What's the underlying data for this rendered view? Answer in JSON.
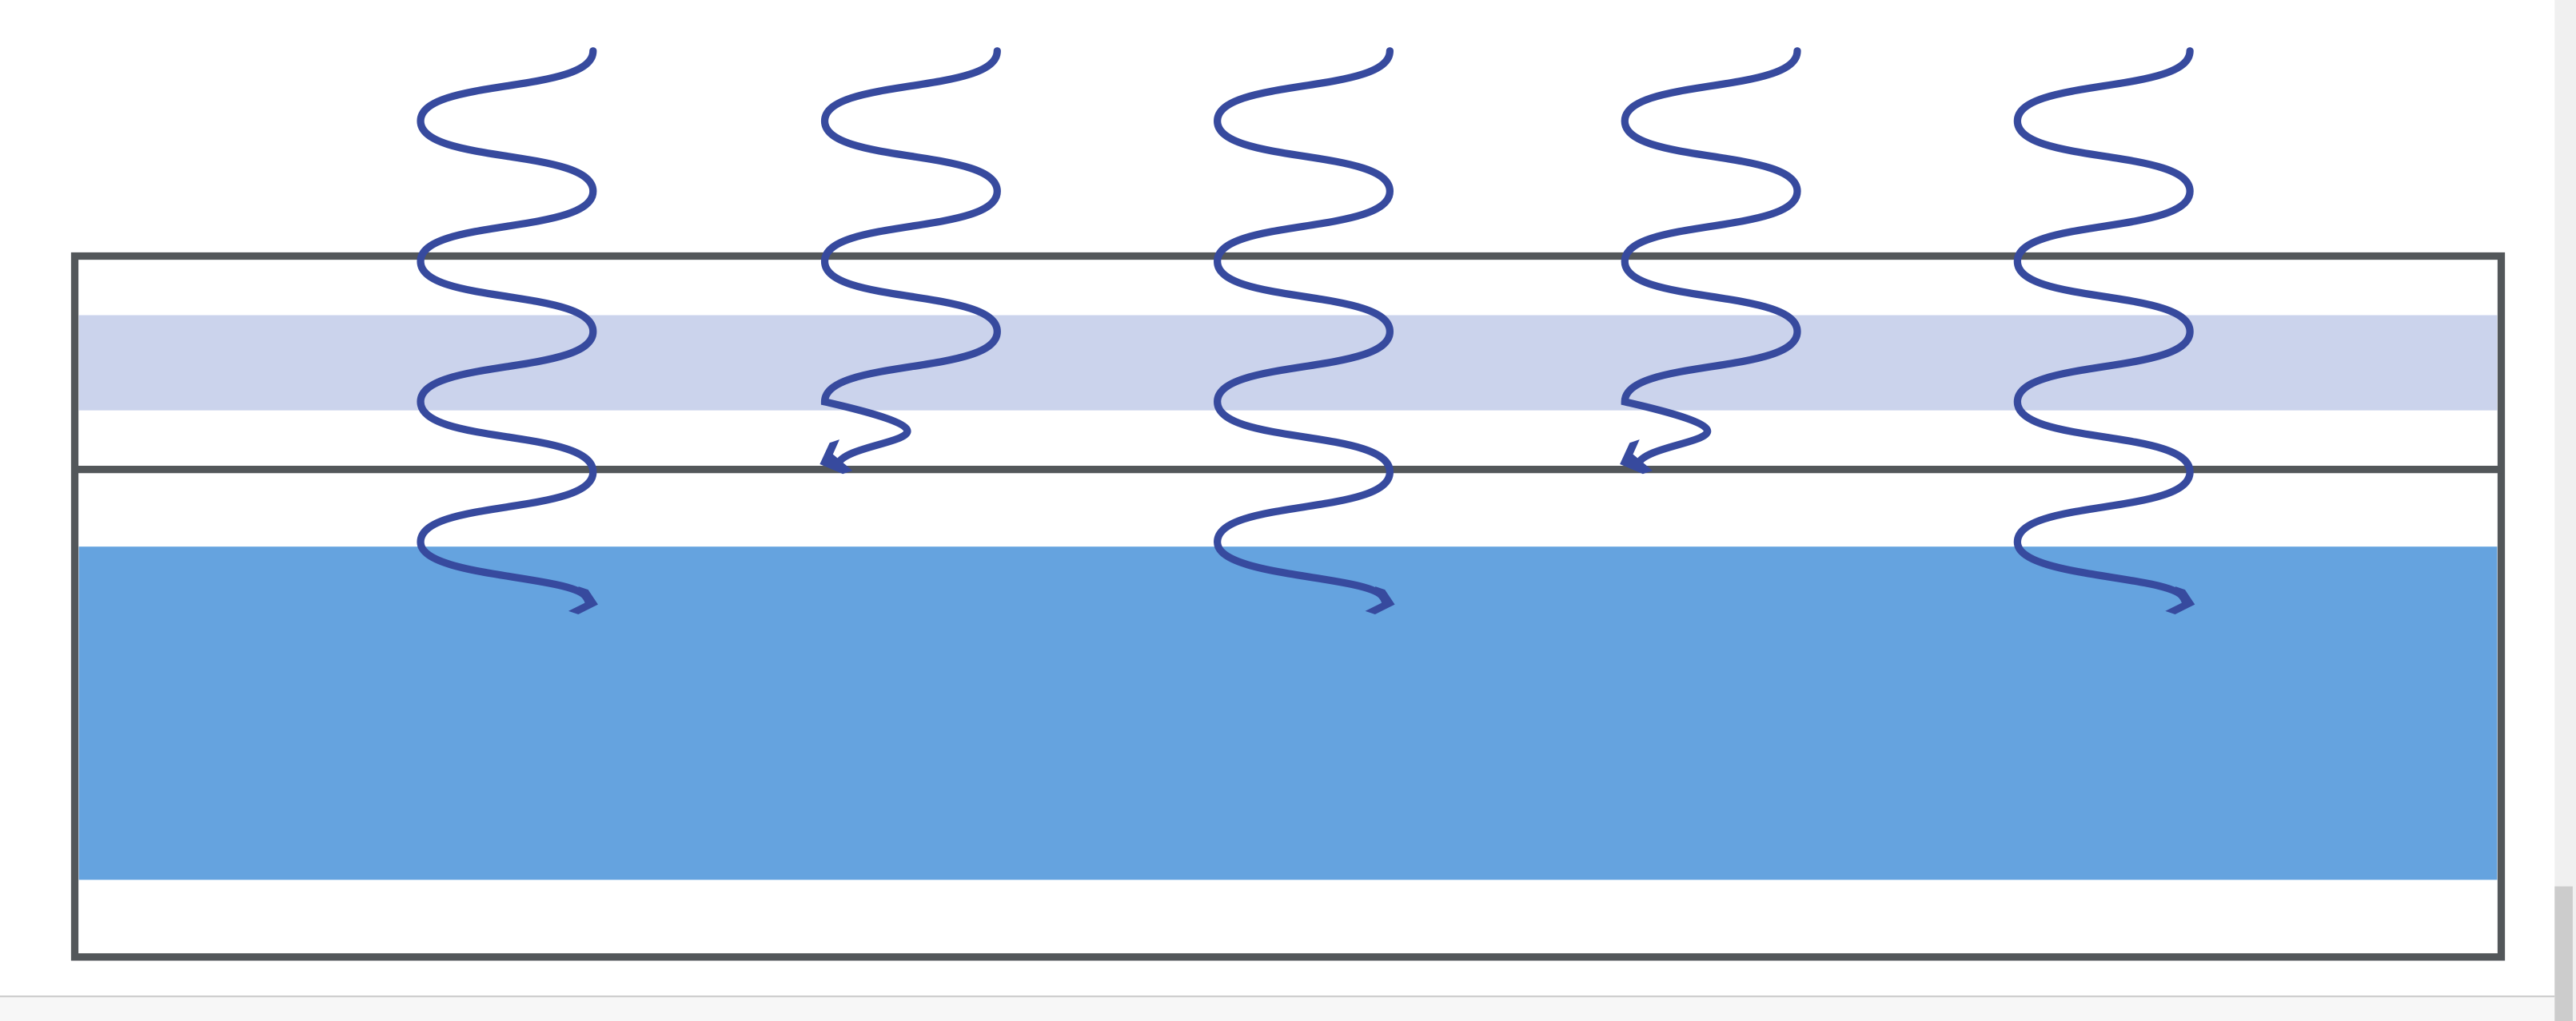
{
  "colors": {
    "frame": "#53575a",
    "upper_band": "#cbd3ec",
    "lower_band": "#65a3df",
    "wave": "#374a9e",
    "bottom_bar": "#f7f7f7",
    "scrollbar_track": "#f0f0f0",
    "scrollbar_thumb": "#cccccc"
  },
  "layers": [
    {
      "name": "upper-layer",
      "band": "upper_band"
    },
    {
      "name": "lower-layer",
      "band": "lower_band"
    }
  ],
  "waves": [
    {
      "ends_in": "lower-band",
      "arrow_direction": "down-right"
    },
    {
      "ends_in": "upper-band",
      "arrow_direction": "left"
    },
    {
      "ends_in": "lower-band",
      "arrow_direction": "down-right"
    },
    {
      "ends_in": "upper-band",
      "arrow_direction": "left"
    },
    {
      "ends_in": "lower-band",
      "arrow_direction": "down-right"
    }
  ],
  "scrollbar": {
    "position_fraction": 1.0
  }
}
